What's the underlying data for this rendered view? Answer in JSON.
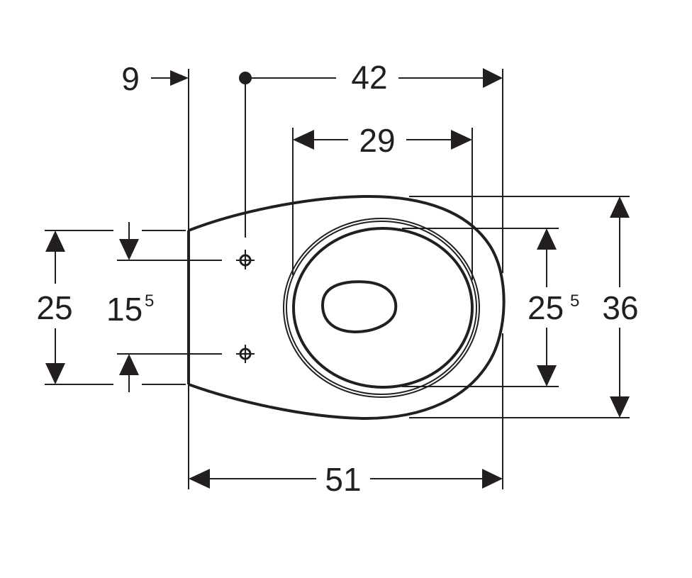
{
  "dimensions": {
    "offset_left": "9",
    "fixing_to_front": "42",
    "seat_width": "29",
    "overall_length": "51",
    "fixing_spacing": "25",
    "fixing_spacing_inner_main": "15",
    "fixing_spacing_inner_sup": "5",
    "seat_depth_main": "25",
    "seat_depth_sup": "5",
    "overall_width": "36"
  },
  "colors": {
    "line": "#231f20",
    "background": "#ffffff"
  }
}
